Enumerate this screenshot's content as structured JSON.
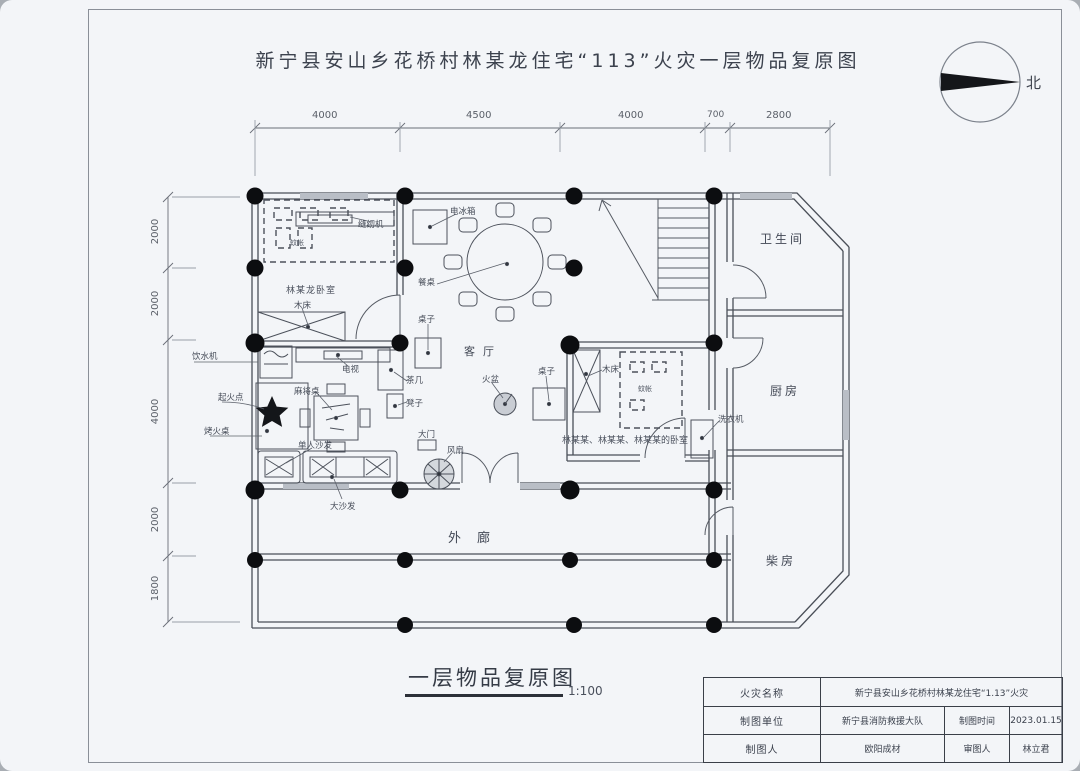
{
  "sheet": {
    "title": "新宁县安山乡花桥村林某龙住宅“113”火灾一层物品复原图",
    "caption": "一层物品复原图",
    "scale": "1:100",
    "north": "北"
  },
  "dimensions": {
    "top": [
      "4000",
      "4500",
      "4000",
      "700",
      "2800"
    ],
    "left": [
      "2000",
      "2000",
      "4000",
      "2000",
      "1800"
    ]
  },
  "rooms": {
    "bathroom": "卫生间",
    "kitchen": "厨房",
    "firewood_room": "柴房",
    "veranda": "外廊",
    "living_room": "客厅",
    "bedroom_left": "林某龙卧室",
    "bedroom_right": "林某某、林某某、林某某的卧室"
  },
  "items": {
    "sewing_machine": "缝纫机",
    "fridge": "电冰箱",
    "dining_table": "餐桌",
    "upper_table": "桌子",
    "tea_table": "茶几",
    "stool": "凳子",
    "tv": "电视",
    "mahjong_table": "麻将桌",
    "wood_bed": "木床",
    "wood_bed_2": "木床",
    "mosquito_net": "蚊帐",
    "mosquito_net_2": "蚊帐",
    "water_dispenser": "饮水机",
    "fire_origin": "起火点",
    "heating_table": "烤火桌",
    "single_sofa": "单人沙发",
    "long_sofa": "大沙发",
    "fire_basin": "火盆",
    "lower_table": "桌子",
    "main_door": "大门",
    "fan": "风扇",
    "washing_machine": "洗衣机"
  },
  "title_block": {
    "fire_name_label": "火灾名称",
    "fire_name_value": "新宁县安山乡花桥村林某龙住宅“1.13”火灾",
    "unit_label": "制图单位",
    "unit_value": "新宁县消防救援大队",
    "time_label": "制图时间",
    "time_value": "2023.01.15",
    "drafter_label": "制图人",
    "drafter_value": "欧阳成材",
    "reviewer_label": "审图人",
    "reviewer_value": "林立君"
  }
}
